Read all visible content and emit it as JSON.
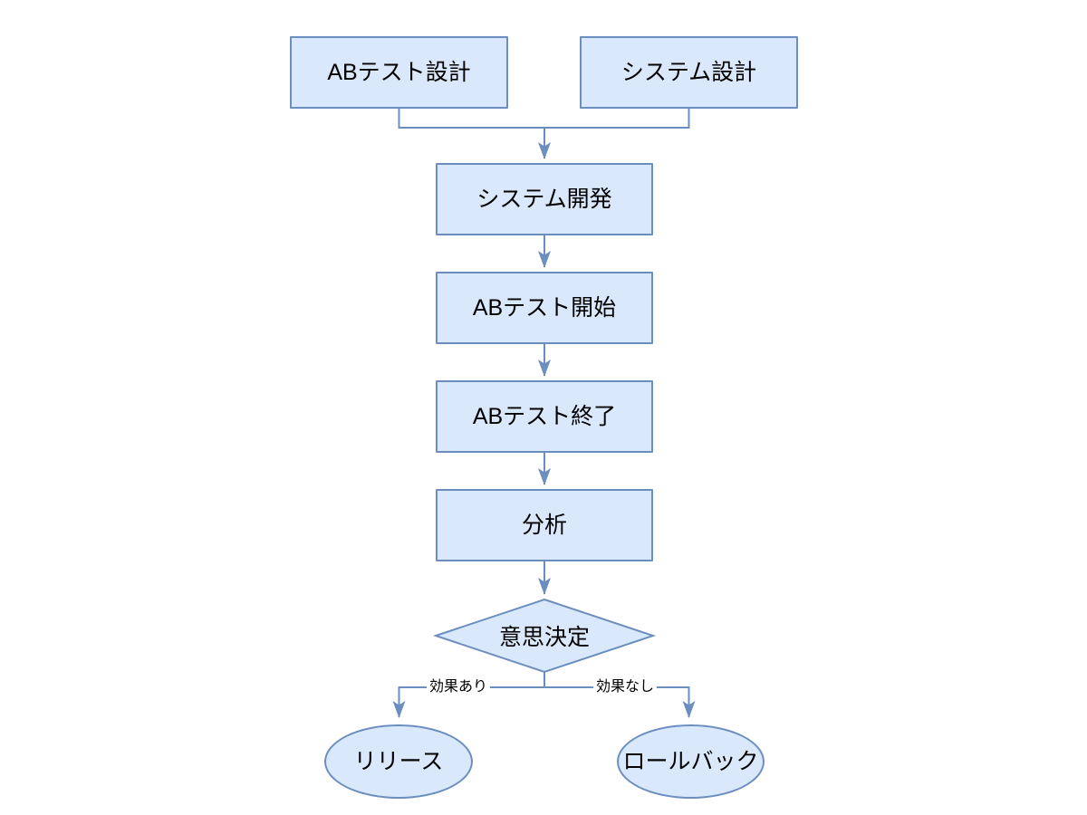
{
  "flowchart": {
    "background_color": "#ffffff",
    "node_fill_color": "#dae8fc",
    "node_stroke_color": "#6c8ebf",
    "connector_color": "#6c8ebf",
    "text_color": "#000000",
    "nodes": [
      {
        "id": "ab-test-design",
        "shape": "rectangle",
        "label": "ABテスト設計"
      },
      {
        "id": "system-design",
        "shape": "rectangle",
        "label": "システム設計"
      },
      {
        "id": "system-dev",
        "shape": "rectangle",
        "label": "システム開発"
      },
      {
        "id": "ab-test-start",
        "shape": "rectangle",
        "label": "ABテスト開始"
      },
      {
        "id": "ab-test-end",
        "shape": "rectangle",
        "label": "ABテスト終了"
      },
      {
        "id": "analysis",
        "shape": "rectangle",
        "label": "分析"
      },
      {
        "id": "decision",
        "shape": "diamond",
        "label": "意思決定"
      },
      {
        "id": "release",
        "shape": "ellipse",
        "label": "リリース"
      },
      {
        "id": "rollback",
        "shape": "ellipse",
        "label": "ロールバック"
      }
    ],
    "edges": [
      {
        "from": "ab-test-design",
        "to": "system-dev",
        "label": ""
      },
      {
        "from": "system-design",
        "to": "system-dev",
        "label": ""
      },
      {
        "from": "system-dev",
        "to": "ab-test-start",
        "label": ""
      },
      {
        "from": "ab-test-start",
        "to": "ab-test-end",
        "label": ""
      },
      {
        "from": "ab-test-end",
        "to": "analysis",
        "label": ""
      },
      {
        "from": "analysis",
        "to": "decision",
        "label": ""
      },
      {
        "from": "decision",
        "to": "release",
        "label": "効果あり"
      },
      {
        "from": "decision",
        "to": "rollback",
        "label": "効果なし"
      }
    ]
  }
}
